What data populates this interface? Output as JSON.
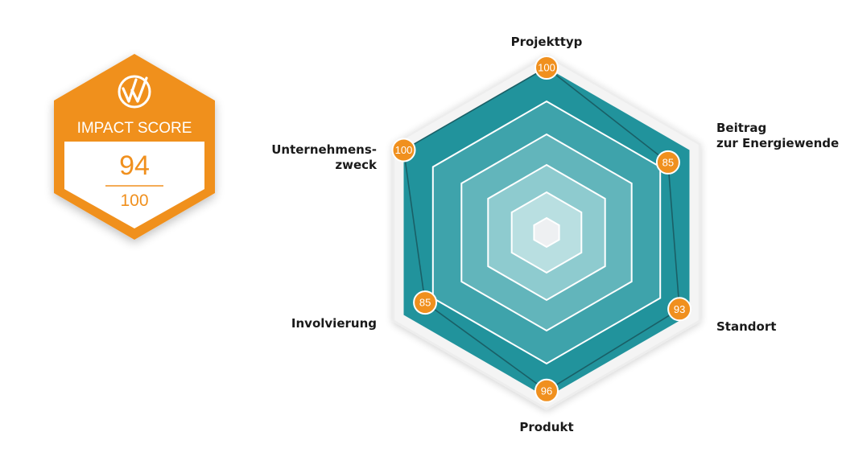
{
  "colors": {
    "accent": "#f0901e",
    "teal": "#21939c",
    "teal_line": "#1a5f66",
    "ring_fills": [
      "#21939c",
      "#3ea3ab",
      "#62b5bb",
      "#8ecbcf",
      "#b9dfe1",
      "#eef0f2"
    ],
    "ring_stroke": "#ffffff",
    "halo": "#ededed",
    "label": "#1a1a1a"
  },
  "badge": {
    "title": "IMPACT SCORE",
    "score": "94",
    "max": "100",
    "logo_icon": "double-check-icon"
  },
  "chart_data": {
    "type": "radar",
    "axes": [
      "Projekttyp",
      "Beitrag zur Energiewende",
      "Standort",
      "Produkt",
      "Involvierung",
      "Unternehmenszweck"
    ],
    "axis_label_lines": [
      [
        "Projekttyp"
      ],
      [
        "Beitrag",
        "zur Energiewende"
      ],
      [
        "Standort"
      ],
      [
        "Produkt"
      ],
      [
        "Involvierung"
      ],
      [
        "Unternehmens-",
        "zweck"
      ]
    ],
    "values": [
      100,
      85,
      93,
      96,
      85,
      100
    ],
    "max": 100,
    "levels": 6
  }
}
